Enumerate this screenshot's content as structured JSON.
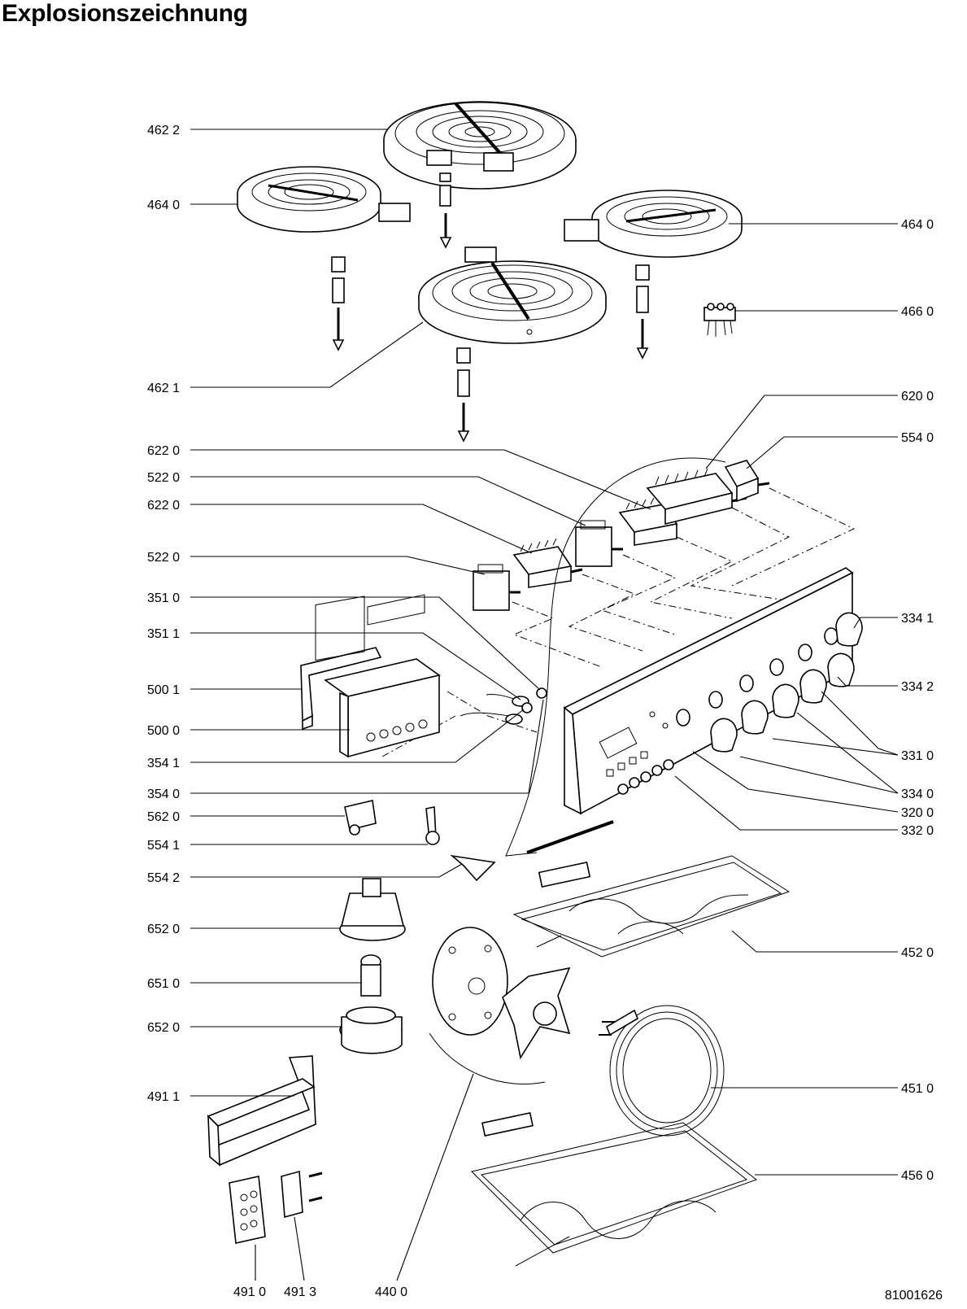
{
  "title": "Explosionszeichnung",
  "document_number": "81001626",
  "labels": {
    "l4622": "462 2",
    "l4640_left": "464 0",
    "l4640_right": "464 0",
    "l4660": "466 0",
    "l4621": "462 1",
    "l6200": "620 0",
    "l5540": "554 0",
    "l6220_a": "622 0",
    "l5220_a": "522 0",
    "l6220_b": "622 0",
    "l5220_b": "522 0",
    "l3510": "351 0",
    "l3511": "351 1",
    "l3341": "334 1",
    "l5001": "500 1",
    "l3342": "334 2",
    "l5000": "500 0",
    "l3541": "354 1",
    "l3310": "331 0",
    "l3540": "354 0",
    "l3340": "334 0",
    "l5620": "562 0",
    "l3200": "320 0",
    "l5541": "554 1",
    "l3320": "332 0",
    "l5542": "554 2",
    "l6520_a": "652 0",
    "l4520": "452 0",
    "l6510": "651 0",
    "l6520_b": "652 0",
    "l4911": "491 1",
    "l4510": "451 0",
    "l4560": "456 0",
    "l4910": "491 0",
    "l4913": "491 3",
    "l4400": "440 0"
  }
}
